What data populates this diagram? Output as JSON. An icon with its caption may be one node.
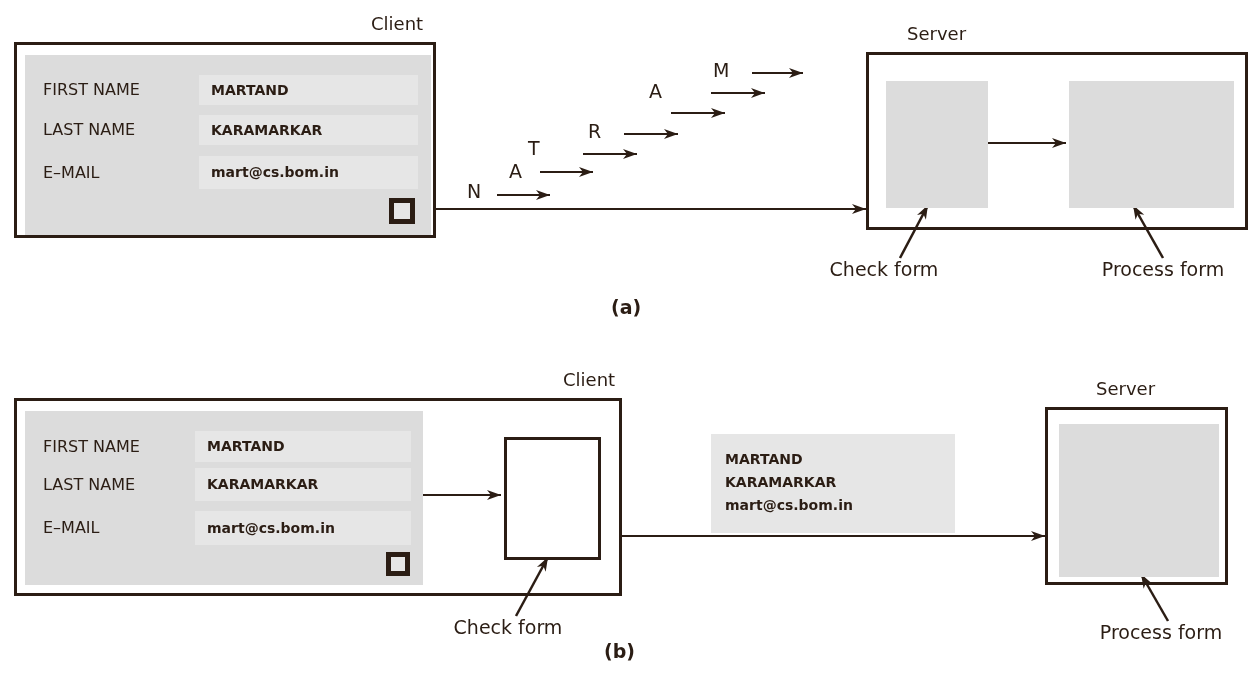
{
  "diagram": {
    "nodes": [
      {
        "text": [
          "Client"
        ]
      },
      {
        "text": [
          "FIRST NAME",
          "LAST NAME",
          "E–MAIL"
        ],
        "in": 0
      },
      {
        "text": [
          "MARTAND"
        ],
        "in": 1
      },
      {
        "text": [
          "KARAMARKAR"
        ],
        "in": 1
      },
      {
        "text": [
          "mart@cs.bom.in"
        ],
        "in": 1
      },
      {
        "text": [
          "Server"
        ]
      },
      {
        "text": [],
        "shape": "box",
        "in": 5
      },
      {
        "text": [],
        "shape": "box",
        "in": 5
      },
      {
        "text": [
          "Check form"
        ]
      },
      {
        "text": [
          "Process form"
        ]
      },
      {
        "text": [
          "Client"
        ]
      },
      {
        "text": [
          "FIRST NAME",
          "LAST NAME",
          "E–MAIL"
        ],
        "in": 10
      },
      {
        "text": [
          "MARTAND"
        ],
        "in": 11
      },
      {
        "text": [
          "KARAMARKAR"
        ],
        "in": 11
      },
      {
        "text": [
          "mart@cs.bom.in"
        ],
        "in": 11
      },
      {
        "text": [],
        "shape": "box",
        "in": 10
      },
      {
        "text": [
          "Check form"
        ]
      },
      {
        "text": [
          "MARTAND",
          "KARAMARKAR",
          "mart@cs.bom.in"
        ]
      },
      {
        "text": [
          "Server"
        ]
      },
      {
        "text": [],
        "shape": "box",
        "in": 18
      },
      {
        "text": [
          "Process form"
        ]
      }
    ],
    "edges": [
      {
        "from": 0,
        "to": 5,
        "arrow": "to"
      },
      {
        "from": 6,
        "to": 7,
        "arrow": "to"
      },
      {
        "from": 8,
        "to": 6,
        "arrow": "to"
      },
      {
        "from": 9,
        "to": 7,
        "arrow": "to"
      },
      {
        "from": 11,
        "to": 15,
        "arrow": "to"
      },
      {
        "from": 10,
        "to": 18,
        "arrow": "to"
      },
      {
        "from": 16,
        "to": 15,
        "arrow": "to"
      },
      {
        "from": 20,
        "to": 19,
        "arrow": "to"
      }
    ],
    "labels": [
      "N",
      "A",
      "T",
      "R",
      "A",
      "M",
      "(a)",
      "(b)"
    ]
  }
}
